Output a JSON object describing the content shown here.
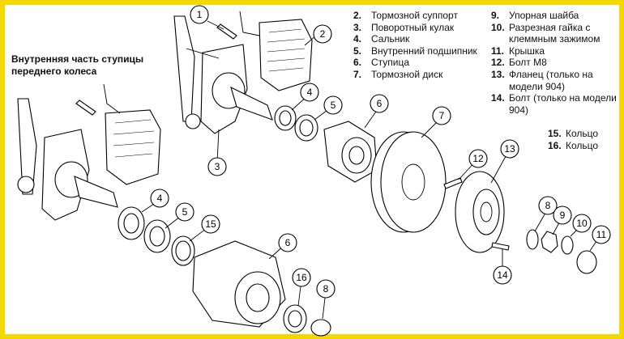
{
  "title": "Внутренняя часть ступицы переднего колеса",
  "legend_col1": [
    {
      "num": "2.",
      "text": "Тормозной суппорт"
    },
    {
      "num": "3.",
      "text": "Поворотный кулак"
    },
    {
      "num": "4.",
      "text": "Сальник"
    },
    {
      "num": "5.",
      "text": "Внутренний подшипник"
    },
    {
      "num": "6.",
      "text": "Ступица"
    },
    {
      "num": "7.",
      "text": "Тормозной диск"
    }
  ],
  "legend_col2": [
    {
      "num": "9.",
      "text": "Упорная шайба"
    },
    {
      "num": "10.",
      "text": "Разрезная гайка с\nклеммным зажимом"
    },
    {
      "num": "11.",
      "text": "Крышка"
    },
    {
      "num": "12.",
      "text": "Болт М8"
    },
    {
      "num": "13.",
      "text": "Фланец (только на\nмодели 904)"
    },
    {
      "num": "14.",
      "text": "Болт (только на модели\n904)"
    }
  ],
  "legend_col3": [
    {
      "num": "15.",
      "text": "Кольцо"
    },
    {
      "num": "16.",
      "text": "Кольцо"
    }
  ],
  "callouts": [
    "1",
    "2",
    "3",
    "4",
    "5",
    "6",
    "7",
    "12",
    "13",
    "4",
    "5",
    "15",
    "6",
    "16",
    "8",
    "8",
    "9",
    "10",
    "11",
    "14"
  ],
  "colors": {
    "border": "#f5d800",
    "ink": "#000000",
    "paper": "#ffffff"
  }
}
